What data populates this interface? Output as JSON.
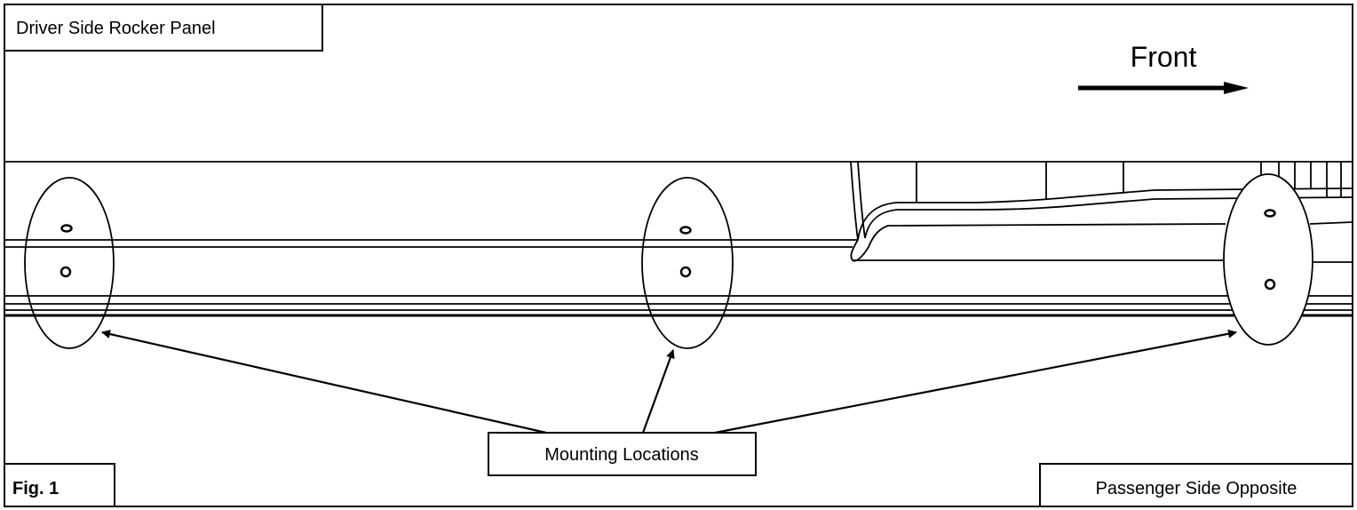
{
  "labels": {
    "title": "Driver Side Rocker Panel",
    "direction": "Front",
    "callout": "Mounting Locations",
    "figure": "Fig. 1",
    "note": "Passenger Side Opposite"
  },
  "colors": {
    "line": "#000000",
    "background": "#ffffff"
  },
  "icons": {
    "direction_arrow": "right-arrow-icon"
  }
}
